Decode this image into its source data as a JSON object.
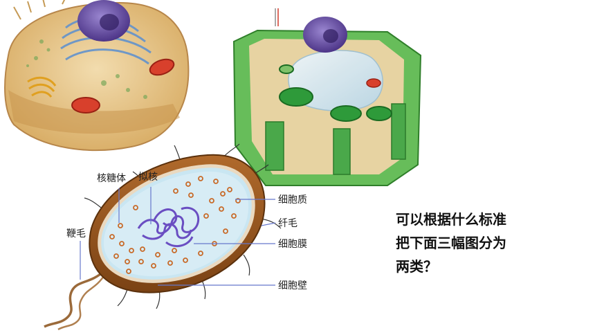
{
  "bacteria_labels": {
    "ribosome": "核糖体",
    "nucleoid": "拟核",
    "flagellum": "鞭毛",
    "cytoplasm": "细胞质",
    "pili": "纤毛",
    "cell_membrane": "细胞膜",
    "cell_wall": "细胞壁"
  },
  "question": {
    "line1": "可以根据什么标准",
    "line2": "把下面三幅图分为",
    "line3": "两类？"
  },
  "colors": {
    "animal_cytoplasm": "#e9c98f",
    "nucleus": "#6a4fa3",
    "plant_wall": "#4caf50",
    "vacuole": "#cfe3ee",
    "bacteria_wall": "#9b5a22",
    "bacteria_inner": "#d7ecf5",
    "label_line": "#6677cc"
  }
}
